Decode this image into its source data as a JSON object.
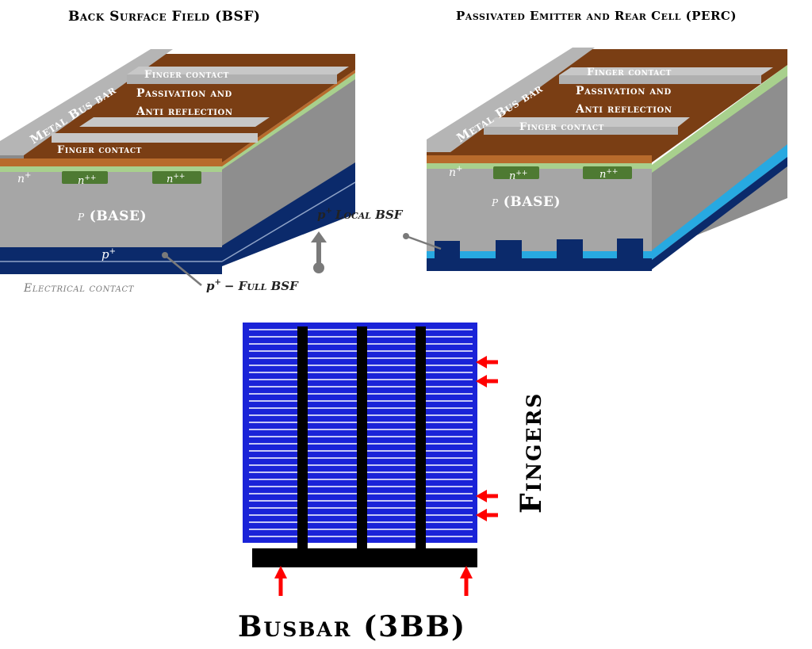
{
  "bsf": {
    "title": "Back Surface Field (BSF)",
    "bus_bar": "Metal Bus bar",
    "finger_contact_top": "Finger contact",
    "passivation_1": "Passivation and",
    "passivation_2": "Anti reflection",
    "finger_contact_bottom": "Finger contact",
    "n_plus": "n",
    "n_plus_sup": "+",
    "n_pp_1": "n",
    "n_pp_1_sup": "++",
    "n_pp_2": "n",
    "n_pp_2_sup": "++",
    "base_p": "p",
    "base_label": "(BASE)",
    "p_plus": "p",
    "p_plus_sup": "+",
    "electrical_contact": "Electrical contact",
    "full_bsf_p": "p",
    "full_bsf_sup": "+",
    "full_bsf_label": "− Full BSF"
  },
  "perc": {
    "title": "Passivated Emitter and Rear Cell (PERC)",
    "bus_bar": "Metal Bus bar",
    "finger_contact_top": "Finger contact",
    "passivation_1": "Passivation and",
    "passivation_2": "Anti reflection",
    "finger_contact_bottom": "Finger contact",
    "n_plus": "n",
    "n_plus_sup": "+",
    "n_pp_1": "n",
    "n_pp_1_sup": "++",
    "n_pp_2": "n",
    "n_pp_2_sup": "++",
    "base_p": "p",
    "base_label": "(BASE)",
    "local_bsf_p": "p",
    "local_bsf_sup": "+",
    "local_bsf_label": "Local BSF"
  },
  "grid": {
    "fingers_label": "Fingers",
    "busbar_label": "Busbar (3BB)"
  },
  "colors": {
    "copper": "#7a3e14",
    "silver": "#b5b5b5",
    "green_layer": "#a8d08d",
    "base_grey": "#a6a6a6",
    "navy": "#0b2a6b",
    "cyan": "#27a9e1",
    "n_pp_green": "#4e7a32",
    "cell_blue": "#1a23d8",
    "arrow_red": "#ff0000"
  }
}
